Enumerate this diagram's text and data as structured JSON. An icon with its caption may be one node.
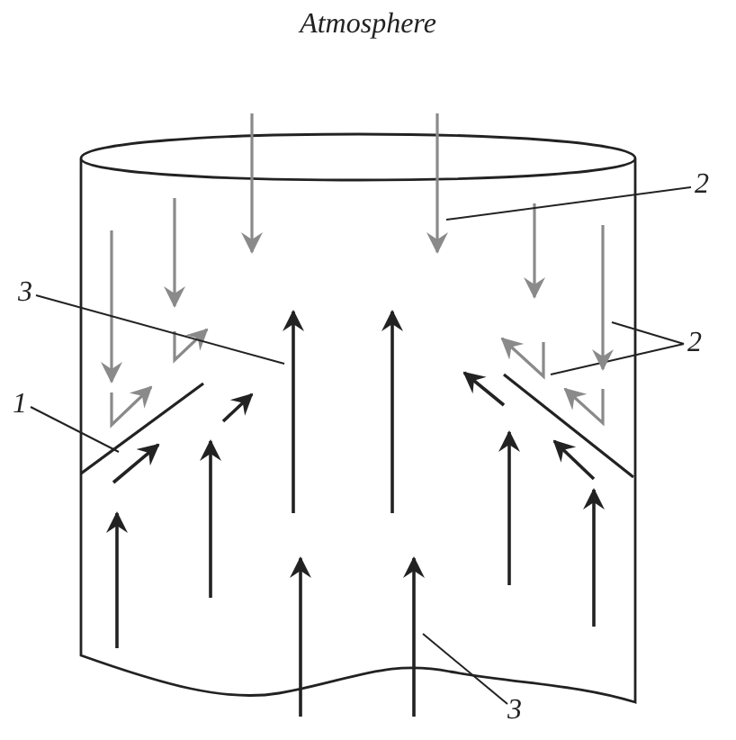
{
  "diagram": {
    "title": "Atmosphere",
    "nodes": [
      {
        "text": [
          "2"
        ]
      },
      {
        "text": [
          "3"
        ]
      },
      {
        "text": [
          "2"
        ]
      },
      {
        "text": [
          "1"
        ]
      },
      {
        "text": [
          "3"
        ]
      },
      {
        "text": [],
        "shape": "arrow"
      },
      {
        "text": [],
        "shape": "arrow"
      },
      {
        "text": [],
        "shape": "arrow"
      },
      {
        "text": [],
        "shape": "arrow"
      },
      {
        "text": [],
        "shape": "bar"
      },
      {
        "text": [],
        "shape": "arrow"
      }
    ],
    "edges": [
      {
        "from": 0,
        "to": 5,
        "arrow": "none"
      },
      {
        "from": 1,
        "to": 6,
        "arrow": "none"
      },
      {
        "from": 2,
        "to": 7,
        "arrow": "none"
      },
      {
        "from": 2,
        "to": 8,
        "arrow": "none"
      },
      {
        "from": 3,
        "to": 9,
        "arrow": "none"
      },
      {
        "from": 4,
        "to": 10,
        "arrow": "none"
      }
    ]
  }
}
